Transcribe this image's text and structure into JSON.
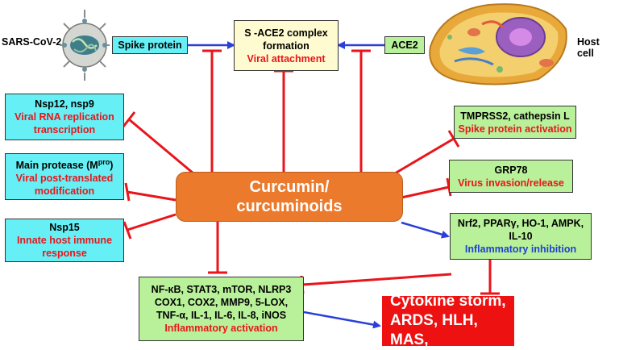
{
  "labels": {
    "sars": "SARS-CoV-2",
    "host": "Host cell"
  },
  "spike": "Spike protein",
  "ace2": "ACE2",
  "complex": {
    "line1": "S -ACE2 complex",
    "line2": "formation",
    "effect": "Viral attachment"
  },
  "nsp12": {
    "title": "Nsp12, nsp9",
    "effect1": "Viral RNA replication",
    "effect2": "transcription"
  },
  "mpro": {
    "title_prefix": "Main protease (M",
    "title_sup": "pro",
    "title_suffix": ")",
    "effect1": "Viral post-translated",
    "effect2": "modification"
  },
  "nsp15": {
    "title": "Nsp15",
    "effect1": "Innate host immune",
    "effect2": "response"
  },
  "tmprss2": {
    "title": "TMPRSS2, cathepsin L",
    "effect": "Spike protein activation"
  },
  "grp78": {
    "title": "GRP78",
    "effect": "Virus invasion/release"
  },
  "nrf2": {
    "line1": "Nrf2, PPARγ, HO-1, AMPK,",
    "line2": "IL-10",
    "effect": "Inflammatory inhibition"
  },
  "nfkb": {
    "line1": "NF-κB, STAT3, mTOR, NLRP3",
    "line2": "COX1, COX2, MMP9, 5-LOX,",
    "line3": "TNF-α,  IL-1, IL-6, IL-8, iNOS",
    "effect": "Inflammatory activation"
  },
  "center": {
    "line1": "Curcumin/",
    "line2": "curcuminoids"
  },
  "storm": {
    "line1": "Cytokine storm,",
    "line2": "ARDS, HLH, MAS,"
  },
  "colors": {
    "inhibit": "#e8151b",
    "activate": "#2a3fd8",
    "center": "#ec7a2c",
    "cyan": "#66f0f5",
    "green": "#b9f09a"
  }
}
